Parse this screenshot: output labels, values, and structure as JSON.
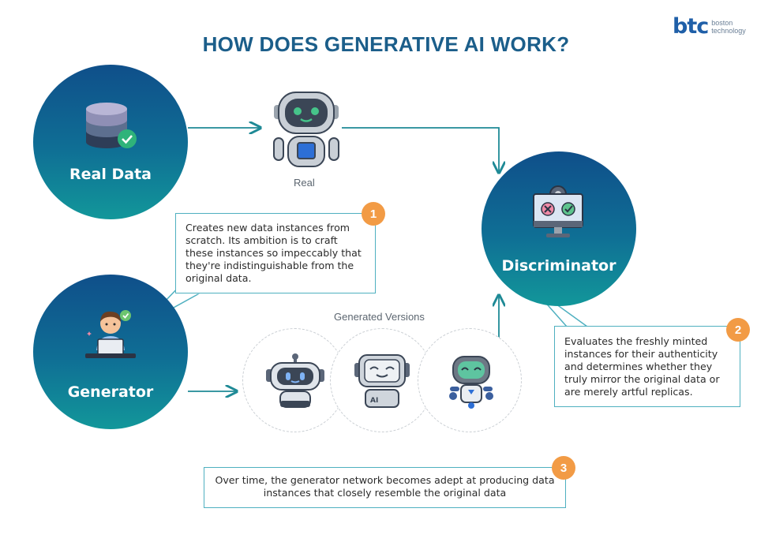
{
  "title": "HOW DOES GENERATIVE AI WORK?",
  "logo": {
    "mark": "btc",
    "line1": "boston",
    "line2": "technology"
  },
  "nodes": {
    "real_data": {
      "label": "Real Data",
      "icon": "database-check-icon"
    },
    "generator": {
      "label": "Generator",
      "icon": "person-laptop-icon"
    },
    "discriminator": {
      "label": "Discriminator",
      "icon": "monitor-check-cross-icon"
    }
  },
  "real_robot": {
    "caption": "Real",
    "icon": "robot-icon"
  },
  "generated": {
    "caption": "Generated Versions",
    "icons": [
      "robot-icon",
      "robot-ai-icon",
      "robot-float-icon"
    ]
  },
  "notes": {
    "generator": {
      "badge": "1",
      "text": "Creates new data instances from scratch. Its ambition is to craft these instances so impeccably that they're indistinguishable from the original data."
    },
    "discriminator": {
      "badge": "2",
      "text": "Evaluates the freshly minted instances for their authenticity and determines whether they truly mirror the original data or are merely artful replicas."
    },
    "overtime": {
      "badge": "3",
      "text": "Over time, the generator network becomes adept at producing data instances that closely resemble the original data"
    }
  },
  "colors": {
    "title": "#1b5e8a",
    "circle_top": "#0f4f8a",
    "circle_bottom": "#12979a",
    "accent": "#f29b45",
    "connector": "#1f8a96",
    "note_border": "#4fb0c0"
  }
}
